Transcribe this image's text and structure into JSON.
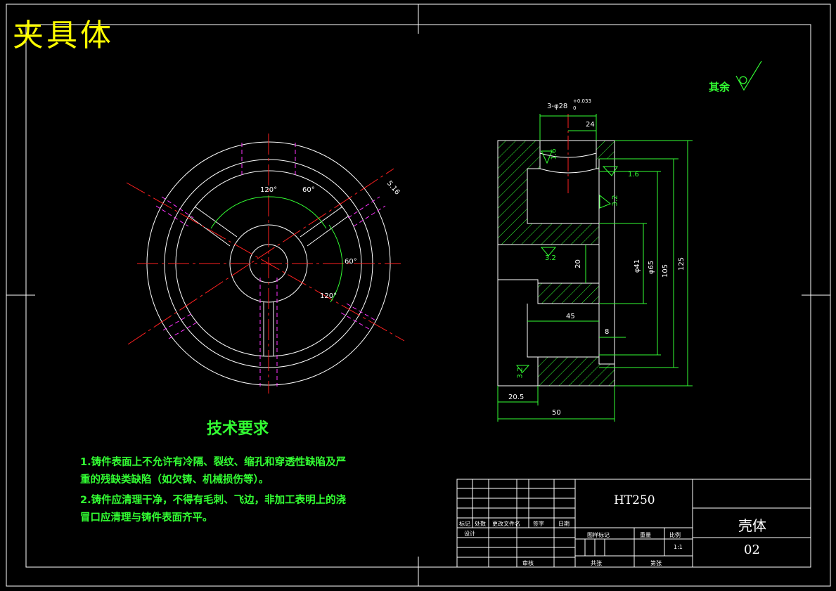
{
  "stamp": "夹具体",
  "roughness_note": {
    "label": "其余",
    "symbol": "roughness-circle-icon"
  },
  "dimensions": {
    "hole_spec": "3-φ28",
    "hole_tol": "+0.033",
    "hole_tol_low": "0",
    "w24": "24",
    "r16a": "1.6",
    "r16b": "1.6",
    "r32a": "3.2",
    "r32b": "3.2",
    "r32c": "3.2",
    "d20": "20",
    "d41": "φ41",
    "d65": "φ65",
    "d105": "105",
    "d125": "125",
    "d45": "45",
    "d8": "8",
    "d205": "20.5",
    "d50": "50",
    "a120a": "120°",
    "a60": "60°",
    "a60b": "60°",
    "a120b": "120°",
    "chamfer": "5.16"
  },
  "tech_req": {
    "title": "技术要求",
    "lines": [
      "1.铸件表面上不允许有冷隔、裂纹、缩孔和穿透性缺陷及严",
      "重的残缺类缺陷（如欠铸、机械损伤等）。",
      "2.铸件应清理干净，不得有毛刺、飞边，非加工表明上的浇",
      "冒口应清理与铸件表面齐平。"
    ]
  },
  "title_block": {
    "material": "HT250",
    "part_name": "壳体",
    "drawing_no": "02",
    "scale": "1:1",
    "headers": {
      "mark": "标记",
      "zone": "处数",
      "change_doc": "更改文件名",
      "sign": "签字",
      "date": "日期",
      "design": "设计",
      "review": "审核",
      "stage_mark": "图样标记",
      "weight": "重量",
      "scale_label": "比例",
      "total": "共张",
      "sheet": "第张"
    }
  },
  "colors": {
    "outline": "#ffffff",
    "center": "#ff2020",
    "dimension": "#33ff33",
    "hidden": "#ff33ff",
    "stamp": "#ffff00"
  }
}
